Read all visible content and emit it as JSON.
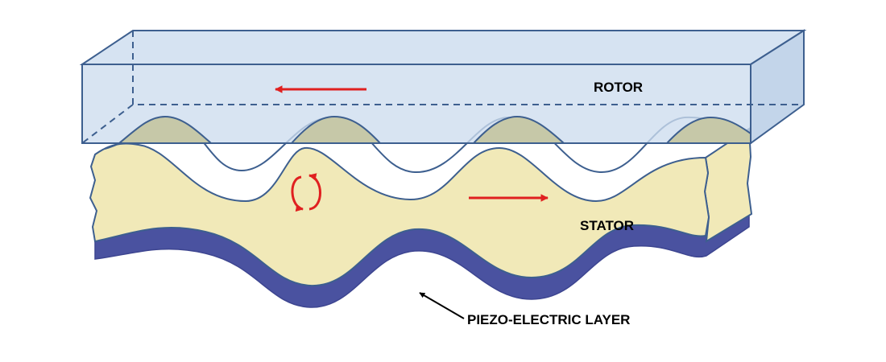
{
  "labels": {
    "rotor": "ROTOR",
    "stator": "STATOR",
    "piezo": "PIEZO-ELECTRIC LAYER"
  },
  "colors": {
    "rotor_fill": "#cdddef",
    "rotor_stroke": "#3d5f8f",
    "stator_fill": "#f1e9b8",
    "stator_stroke": "#3d5f8f",
    "wave_peak_fill": "#c6c8a8",
    "piezo_fill": "#4a52a0",
    "arrow": "#e02020",
    "pointer": "#000000"
  }
}
